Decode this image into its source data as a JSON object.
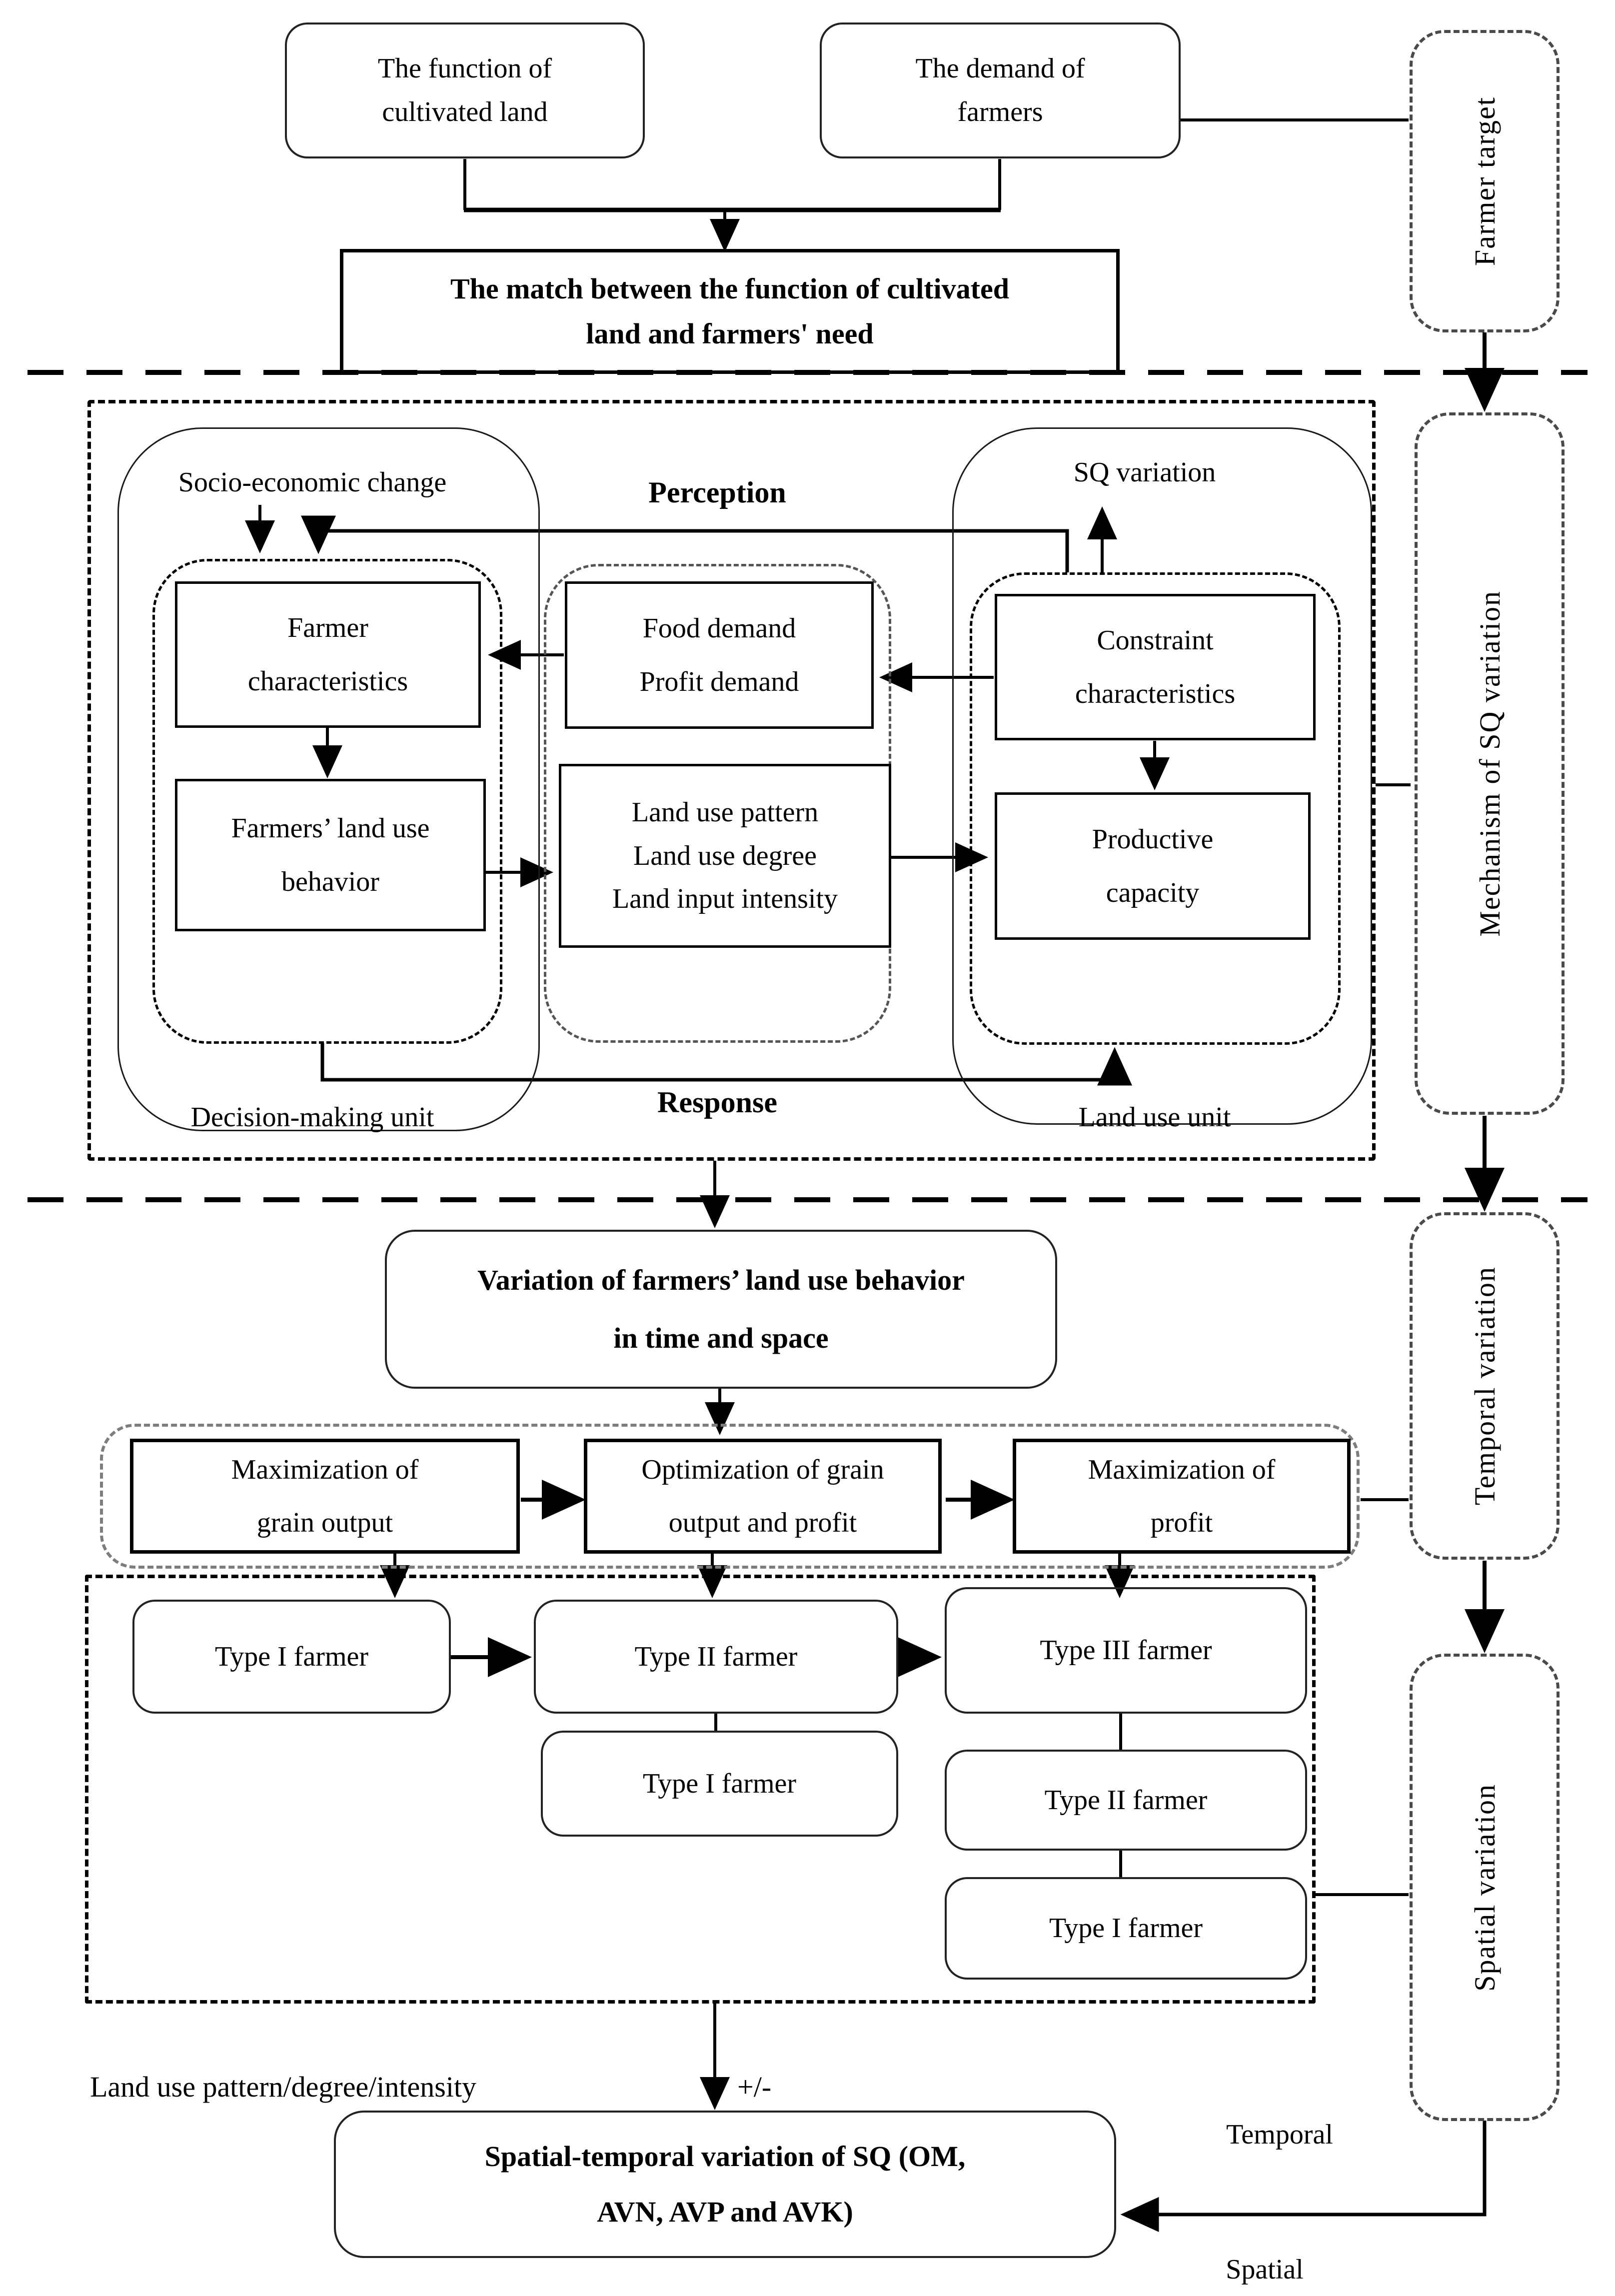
{
  "top": {
    "function_box": "The function of\ncultivated land",
    "demand_box": "The demand of\nfarmers",
    "match_box": "The match between the function of cultivated\nland and farmers' need"
  },
  "sidebar": {
    "farmer_target": "Farmer target",
    "mechanism": "Mechanism of SQ variation",
    "temporal": "Temporal variation",
    "spatial": "Spatial variation"
  },
  "mechanism": {
    "socio_economic": "Socio-economic change",
    "perception": "Perception",
    "sq_variation": "SQ variation",
    "farmer_characteristics": "Farmer\ncharacteristics",
    "farmers_behavior": "Farmers’ land use\nbehavior",
    "food_demand": "Food demand\nProfit demand",
    "land_use": "Land use pattern\nLand use degree\nLand input intensity",
    "constraint": "Constraint\ncharacteristics",
    "productive": "Productive\ncapacity",
    "response": "Response",
    "decision_unit": "Decision-making unit",
    "land_unit": "Land use unit"
  },
  "bottom": {
    "variation_box": "Variation of farmers’ land use behavior\nin time and space",
    "max_grain": "Maximization of\ngrain output",
    "optimization": "Optimization of grain\noutput and profit",
    "max_profit": "Maximization of\nprofit",
    "type1_a": "Type I farmer",
    "type2_a": "Type II farmer",
    "type3_a": "Type III farmer",
    "type1_b": "Type I farmer",
    "type2_b": "Type II farmer",
    "type1_c": "Type I farmer",
    "land_use_label": "Land use pattern/degree/intensity",
    "plus_minus": "+/-",
    "sq_box": "Spatial-temporal variation of SQ (OM,\nAVN, AVP and AVK)",
    "temporal_label": "Temporal",
    "spatial_label": "Spatial"
  },
  "colors": {
    "line": "#000000",
    "gray_dash": "#7d7d7d"
  }
}
